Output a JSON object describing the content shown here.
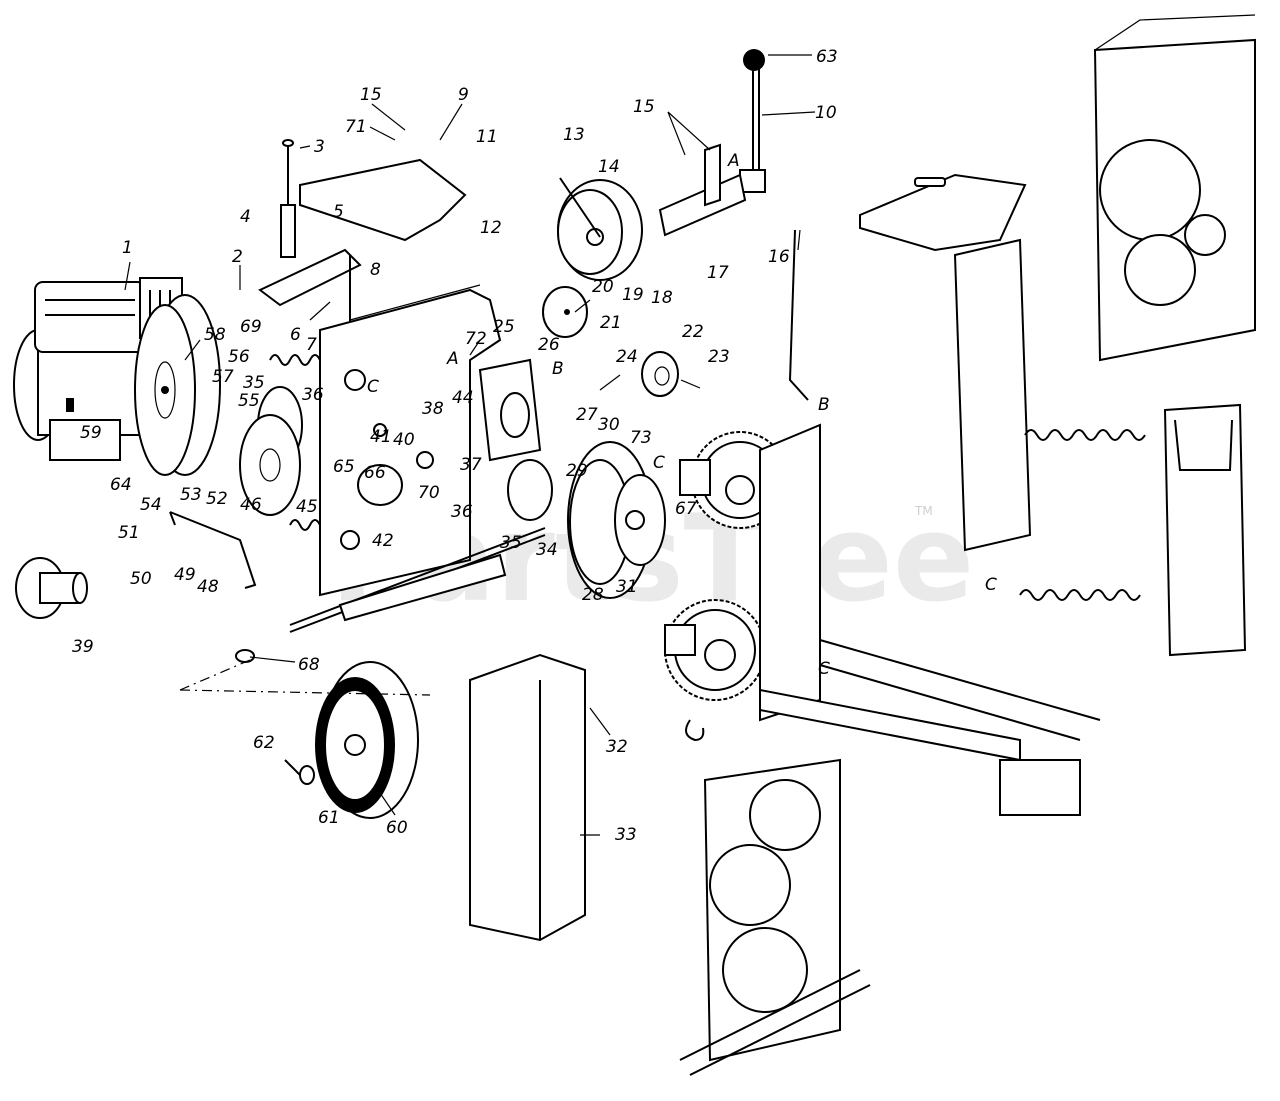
{
  "watermark": {
    "text": "PartsTree",
    "trademark": "TM"
  },
  "callouts": [
    {
      "id": "c1",
      "text": "1"
    },
    {
      "id": "c2",
      "text": "2"
    },
    {
      "id": "c3",
      "text": "3"
    },
    {
      "id": "c4",
      "text": "4"
    },
    {
      "id": "c5",
      "text": "5"
    },
    {
      "id": "c6",
      "text": "6"
    },
    {
      "id": "c7",
      "text": "7"
    },
    {
      "id": "c8",
      "text": "8"
    },
    {
      "id": "c9",
      "text": "9"
    },
    {
      "id": "c10",
      "text": "10"
    },
    {
      "id": "c11",
      "text": "11"
    },
    {
      "id": "c12",
      "text": "12"
    },
    {
      "id": "c13",
      "text": "13"
    },
    {
      "id": "c14",
      "text": "14"
    },
    {
      "id": "c15a",
      "text": "15"
    },
    {
      "id": "c15b",
      "text": "15"
    },
    {
      "id": "c16",
      "text": "16"
    },
    {
      "id": "c17",
      "text": "17"
    },
    {
      "id": "c18",
      "text": "18"
    },
    {
      "id": "c19",
      "text": "19"
    },
    {
      "id": "c20",
      "text": "20"
    },
    {
      "id": "c21",
      "text": "21"
    },
    {
      "id": "c22",
      "text": "22"
    },
    {
      "id": "c23",
      "text": "23"
    },
    {
      "id": "c24",
      "text": "24"
    },
    {
      "id": "c25",
      "text": "25"
    },
    {
      "id": "c26",
      "text": "26"
    },
    {
      "id": "c27",
      "text": "27"
    },
    {
      "id": "c28",
      "text": "28"
    },
    {
      "id": "c29",
      "text": "29"
    },
    {
      "id": "c30",
      "text": "30"
    },
    {
      "id": "c31",
      "text": "31"
    },
    {
      "id": "c32",
      "text": "32"
    },
    {
      "id": "c33",
      "text": "33"
    },
    {
      "id": "c34",
      "text": "34"
    },
    {
      "id": "c35a",
      "text": "35"
    },
    {
      "id": "c35b",
      "text": "35"
    },
    {
      "id": "c36a",
      "text": "36"
    },
    {
      "id": "c36b",
      "text": "36"
    },
    {
      "id": "c37",
      "text": "37"
    },
    {
      "id": "c38",
      "text": "38"
    },
    {
      "id": "c39",
      "text": "39"
    },
    {
      "id": "c40",
      "text": "40"
    },
    {
      "id": "c41",
      "text": "41"
    },
    {
      "id": "c42",
      "text": "42"
    },
    {
      "id": "c44",
      "text": "44"
    },
    {
      "id": "c45",
      "text": "45"
    },
    {
      "id": "c46",
      "text": "46"
    },
    {
      "id": "c48",
      "text": "48"
    },
    {
      "id": "c49",
      "text": "49"
    },
    {
      "id": "c50",
      "text": "50"
    },
    {
      "id": "c51",
      "text": "51"
    },
    {
      "id": "c52",
      "text": "52"
    },
    {
      "id": "c53",
      "text": "53"
    },
    {
      "id": "c54",
      "text": "54"
    },
    {
      "id": "c55",
      "text": "55"
    },
    {
      "id": "c56",
      "text": "56"
    },
    {
      "id": "c57",
      "text": "57"
    },
    {
      "id": "c58",
      "text": "58"
    },
    {
      "id": "c59",
      "text": "59"
    },
    {
      "id": "c60",
      "text": "60"
    },
    {
      "id": "c61",
      "text": "61"
    },
    {
      "id": "c62",
      "text": "62"
    },
    {
      "id": "c63",
      "text": "63"
    },
    {
      "id": "c64",
      "text": "64"
    },
    {
      "id": "c65",
      "text": "65"
    },
    {
      "id": "c66",
      "text": "66"
    },
    {
      "id": "c67",
      "text": "67"
    },
    {
      "id": "c68",
      "text": "68"
    },
    {
      "id": "c69",
      "text": "69"
    },
    {
      "id": "c70",
      "text": "70"
    },
    {
      "id": "c71",
      "text": "71"
    },
    {
      "id": "c72",
      "text": "72"
    },
    {
      "id": "c73",
      "text": "73"
    }
  ],
  "refs": [
    {
      "id": "rA1",
      "text": "A"
    },
    {
      "id": "rA2",
      "text": "A"
    },
    {
      "id": "rB1",
      "text": "B"
    },
    {
      "id": "rB2",
      "text": "B"
    },
    {
      "id": "rC1",
      "text": "C"
    },
    {
      "id": "rC2",
      "text": "C"
    },
    {
      "id": "rC3",
      "text": "C"
    },
    {
      "id": "rC4",
      "text": "C"
    }
  ]
}
